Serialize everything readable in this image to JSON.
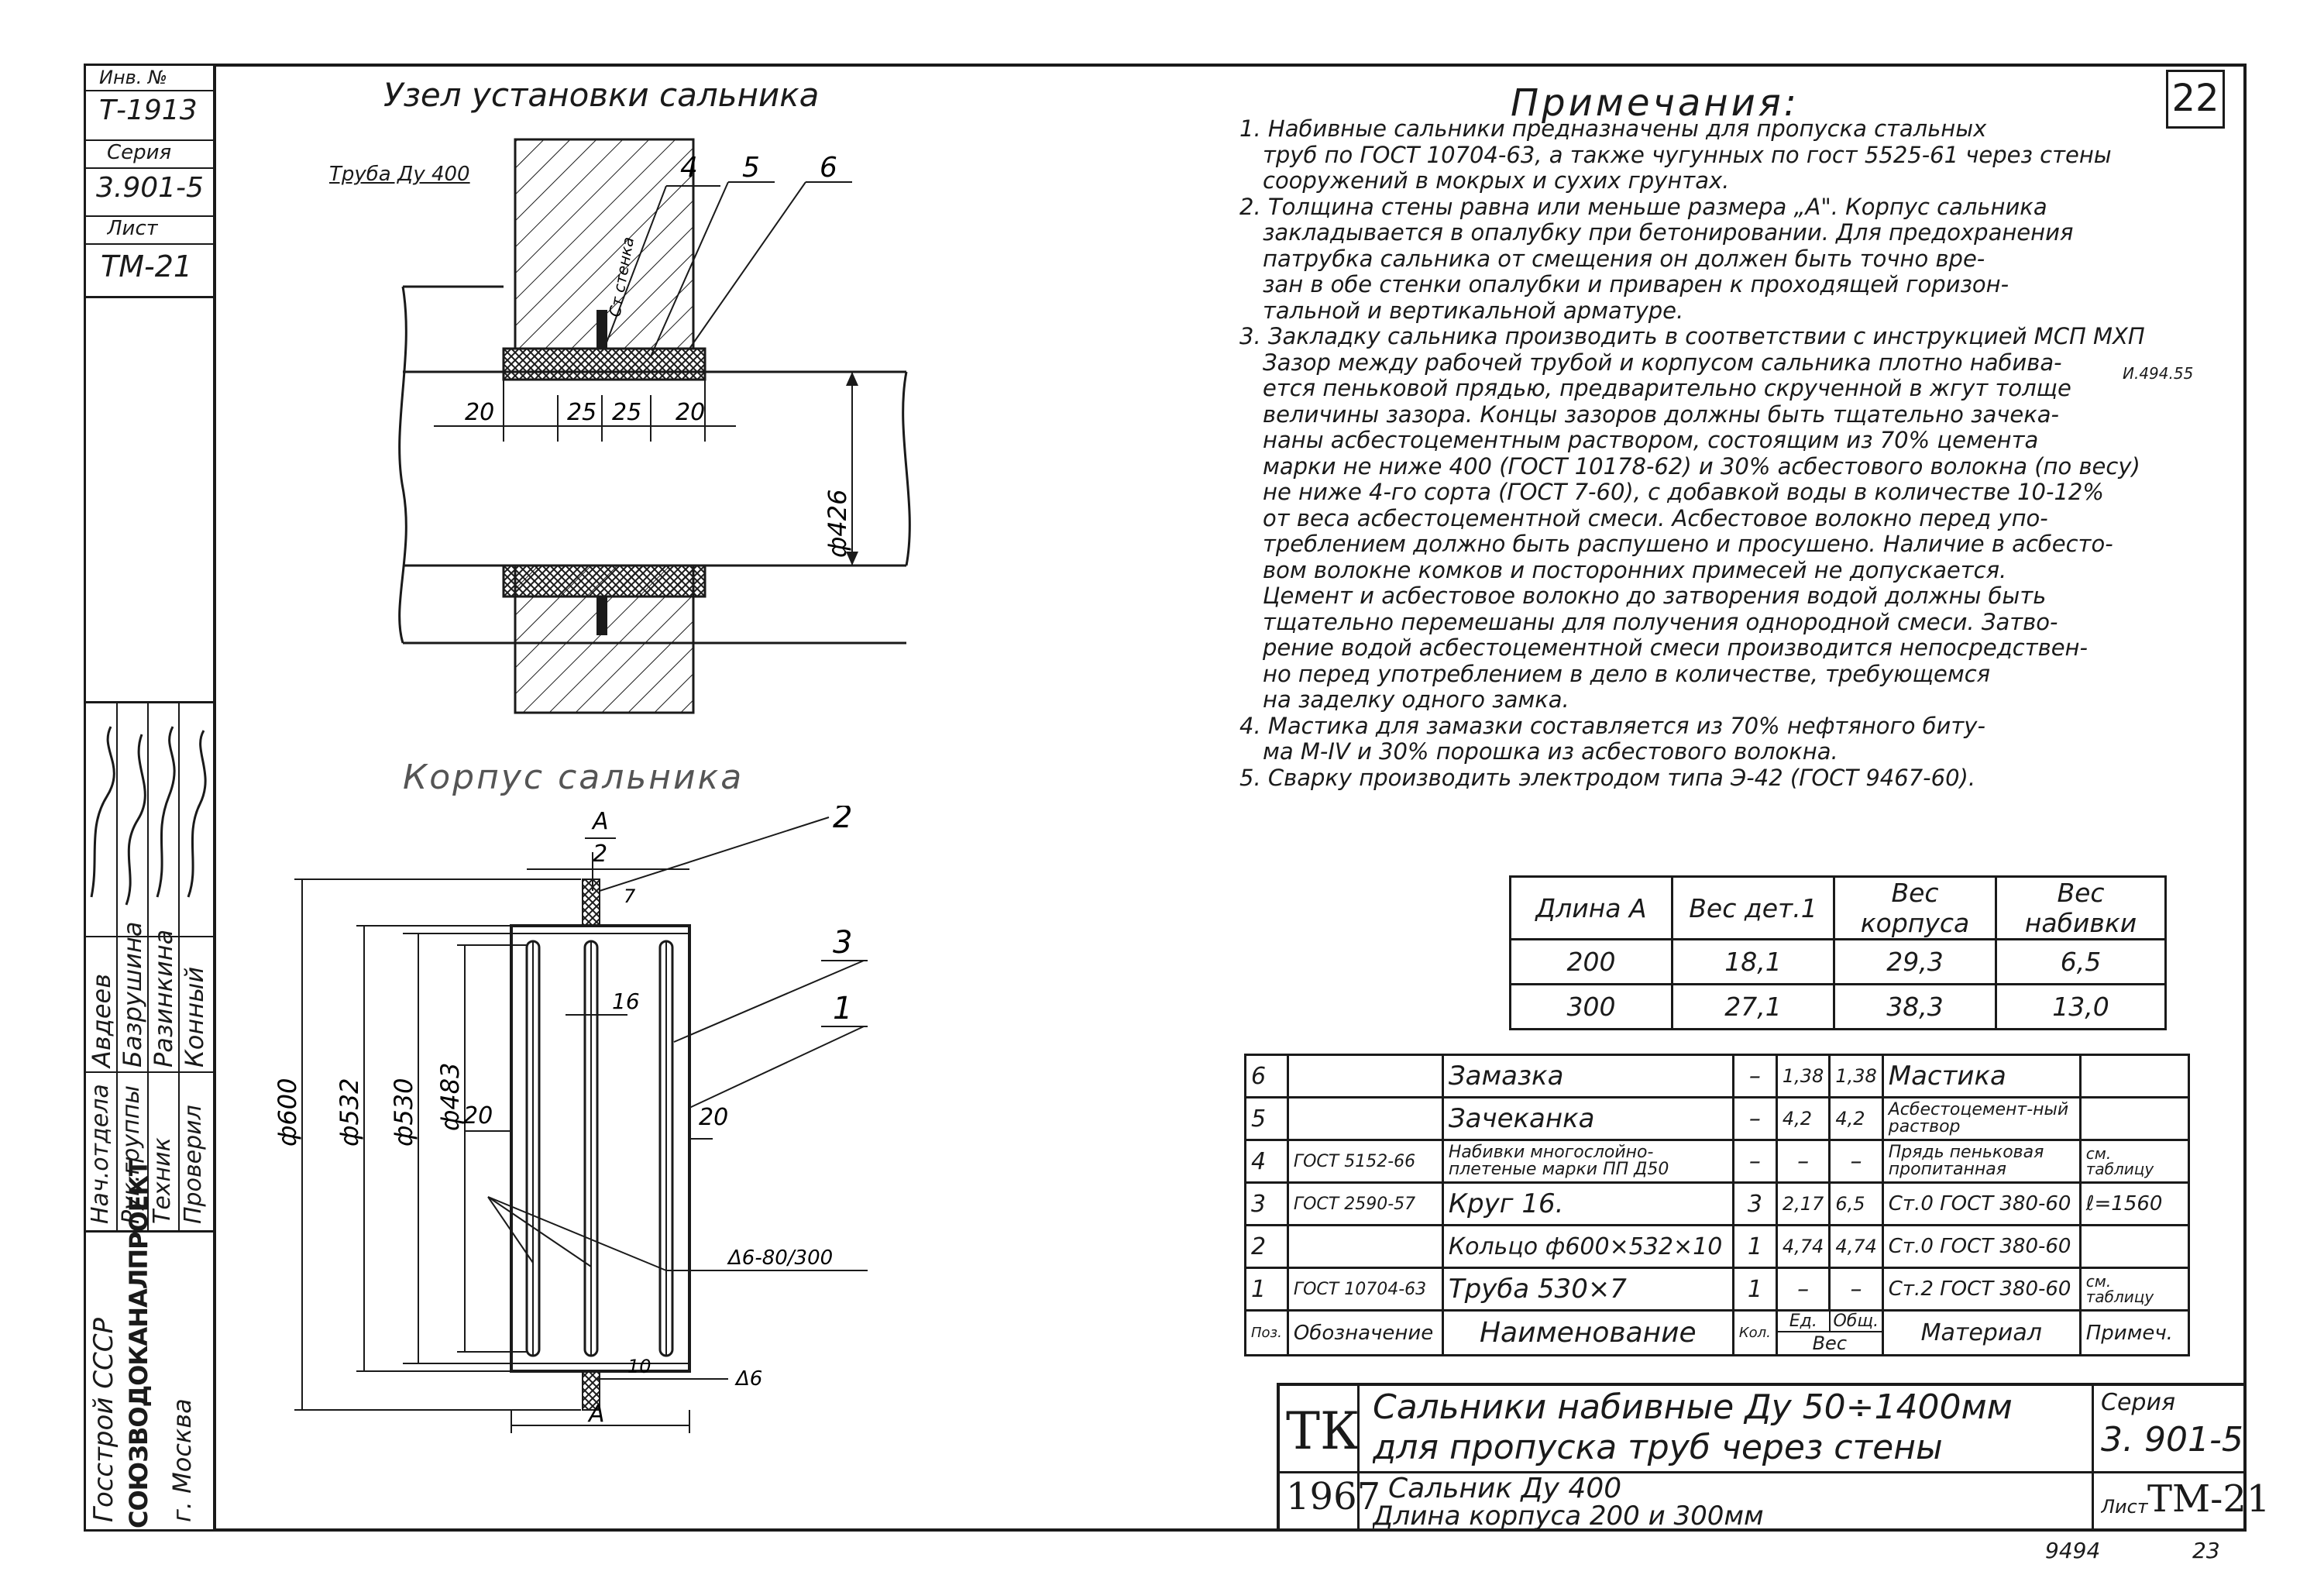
{
  "sheet_no": "22",
  "page_footer": "9494",
  "page_footer_right": "23",
  "margin": {
    "inv_label": "Инв. №",
    "inv_value": "Т-1913",
    "series_label": "Серия",
    "series_value": "3.901-5",
    "list_label": "Лист",
    "list_value": "ТМ-21"
  },
  "org": {
    "country": "Госстрой СССР",
    "name": "СОЮЗВОДОКАНАЛПРОЕКТ",
    "city": "г. Москва"
  },
  "staff": [
    {
      "role": "Нач.отдела",
      "name": "Авдеев"
    },
    {
      "role": "Рук.группы",
      "name": "Базрушина"
    },
    {
      "role": "Техник",
      "name": "Разинкина"
    },
    {
      "role": "Проверил",
      "name": "Конный"
    }
  ],
  "drawing1": {
    "title": "Узел установки сальника",
    "pipe_label": "Труба Ду 400",
    "wall_label": "Ст стенка",
    "callouts": [
      "4",
      "5",
      "6"
    ],
    "dims": [
      "20",
      "25",
      "25",
      "20"
    ],
    "diameter": "ф426"
  },
  "drawing2": {
    "title": "Корпус сальника",
    "top_dim": "А/2",
    "bottom_dim": "А",
    "callouts": [
      "2",
      "3",
      "1"
    ],
    "diameters": [
      "ф600",
      "ф532",
      "ф530",
      "ф483"
    ],
    "dim_16": "16",
    "dim_20_left": "20",
    "dim_20_right": "20",
    "dim_10": "10",
    "dim_7": "7",
    "weld1": "Δ6-80/300",
    "weld2": "Δ6"
  },
  "notes": {
    "title": "Примечания:",
    "lines": [
      "1. Набивные сальники предназначены для пропуска стальных",
      "труб по ГОСТ 10704-63, а также чугунных по гост 5525-61 через стены",
      "сооружений в мокрых и сухих грунтах.",
      "2. Толщина стены равна или меньше размера „А\". Корпус сальника",
      "закладывается в опалубку при бетонировании. Для предохранения",
      "патрубка сальника от смещения он должен быть точно вре-",
      "зан в обе стенки опалубки и приварен к проходящей горизон-",
      "тальной и вертикальной арматуре.",
      "3. Закладку сальника производить в соответствии с инструкцией МСП МХП",
      "Зазор между рабочей трубой и корпусом сальника плотно набива-",
      "ется пеньковой прядью, предварительно скрученной в жгут толще",
      "величины зазора. Концы зазоров должны быть тщательно зачека-",
      "наны асбестоцементным раствором, состоящим из 70% цемента",
      "марки не ниже 400 (ГОСТ 10178-62) и 30% асбестового волокна (по весу)",
      "не ниже 4-го сорта (ГОСТ 7-60), с добавкой воды в количестве 10-12%",
      "от веса асбестоцементной смеси. Асбестовое волокно перед упо-",
      "треблением должно быть распушено и просушено. Наличие в асбесто-",
      "вом волокне комков и посторонних примесей не допускается.",
      "Цемент и асбестовое волокно до затворения водой должны быть",
      "тщательно перемешаны для получения однородной смеси. Затво-",
      "рение водой асбестоцементной смеси производится непосредствен-",
      "но перед употреблением в дело в количестве, требующемся",
      "на заделку одного замка.",
      "4. Мастика для замазки составляется из 70% нефтяного биту-",
      "ма М-IV и 30% порошка из асбестового волокна.",
      "5. Сварку производить электродом типа Э-42 (ГОСТ 9467-60)."
    ],
    "annotation": "И.494.55"
  },
  "weights_table": {
    "headers": [
      "Длина А",
      "Вес дет.1",
      "Вес корпуса",
      "Вес набивки"
    ],
    "rows": [
      [
        "200",
        "18,1",
        "29,3",
        "6,5"
      ],
      [
        "300",
        "27,1",
        "38,3",
        "13,0"
      ]
    ]
  },
  "spec_table": {
    "rows": [
      [
        "6",
        "",
        "Замазка",
        "–",
        "1,38",
        "1,38",
        "Мастика",
        ""
      ],
      [
        "5",
        "",
        "Зачеканка",
        "–",
        "4,2",
        "4,2",
        "Асбестоцемент-ный раствор",
        ""
      ],
      [
        "4",
        "ГОСТ 5152-66",
        "Набивки многослойно-плетеные марки ПП Д50",
        "–",
        "–",
        "–",
        "Прядь пеньковая пропитанная",
        "см. таблицу"
      ],
      [
        "3",
        "ГОСТ 2590-57",
        "Круг 16.",
        "3",
        "2,17",
        "6,5",
        "Ст.0 ГОСТ 380-60",
        "ℓ=1560"
      ],
      [
        "2",
        "",
        "Кольцо ф600×532×10",
        "1",
        "4,74",
        "4,74",
        "Ст.0 ГОСТ 380-60",
        ""
      ],
      [
        "1",
        "ГОСТ 10704-63",
        "Труба 530×7",
        "1",
        "–",
        "–",
        "Ст.2 ГОСТ 380-60",
        "см. таблицу"
      ]
    ],
    "header": {
      "pos": "Поз.",
      "designation": "Обозначение",
      "name": "Наименование",
      "qty": "Кол.",
      "weight_unit": "Ед.",
      "weight_total": "Общ.",
      "weight": "Вес",
      "material": "Материал",
      "note": "Примеч."
    }
  },
  "title_block": {
    "code": "ТК",
    "year": "1967",
    "title_line1": "Сальники набивные Ду 50÷1400мм",
    "title_line2": "для пропуска труб через стены",
    "subtitle_line1": "Сальник Ду 400",
    "subtitle_line2": "Длина корпуса 200 и 300мм",
    "series_label": "Серия",
    "series_value": "3. 901-5",
    "list_label": "Лист",
    "list_value": "ТМ-21"
  }
}
